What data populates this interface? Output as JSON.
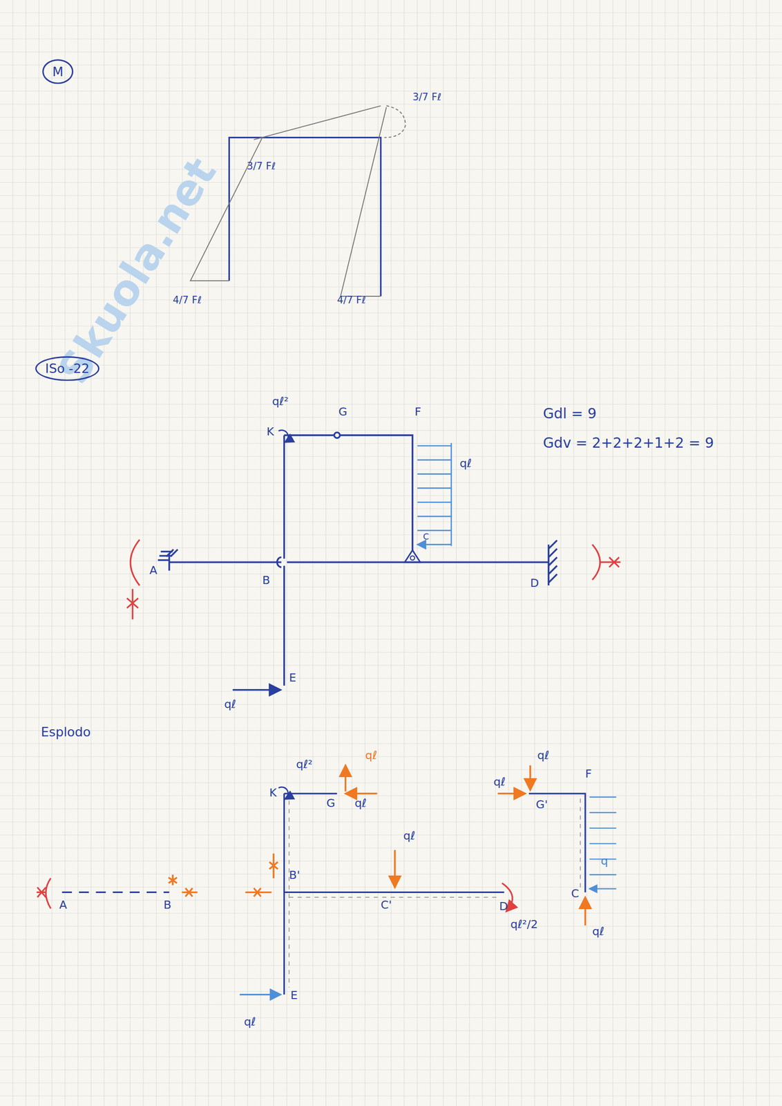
{
  "diagram": {
    "nodes": [
      {
        "text": [
          "M"
        ]
      },
      {
        "text": [
          "ISo -22"
        ]
      }
    ],
    "labels": [
      "3/7 Fℓ",
      "3/7 Fℓ",
      "4/7 Fℓ",
      "4/7 Fℓ",
      "qℓ²",
      "K",
      "G",
      "F",
      "qℓ",
      "Gdl = 9",
      "Gdv = 2+2+2+1+2 = 9",
      "A",
      "B",
      "C",
      "D",
      "E",
      "qℓ",
      "Esplodo",
      "qℓ²",
      "K",
      "qℓ",
      "G",
      "qℓ",
      "qℓ",
      "qℓ",
      "G'",
      "F",
      "A",
      "B",
      "B'",
      "qℓ",
      "C'",
      "D",
      "qℓ²/2",
      "q",
      "C",
      "qℓ",
      "E",
      "qℓ",
      "Skuola.net"
    ]
  }
}
